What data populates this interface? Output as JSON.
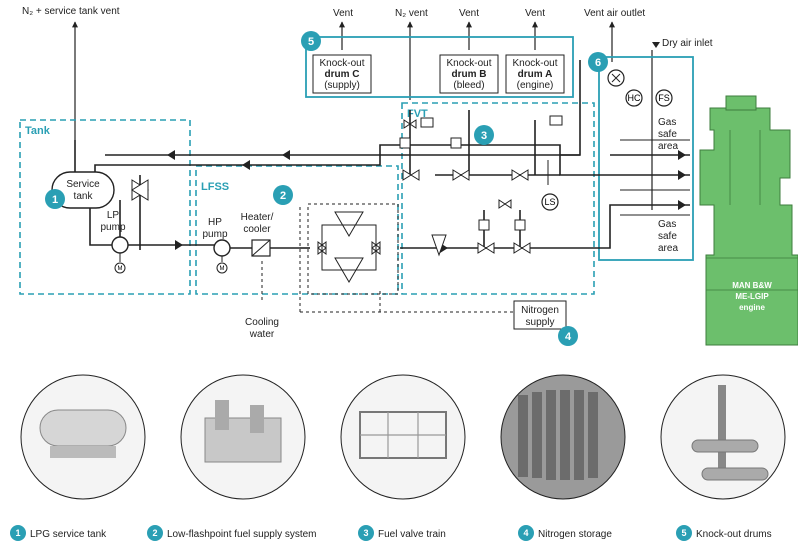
{
  "colors": {
    "teal": "#2a9fb4",
    "engine_green": "#6cbf6c",
    "line": "#222222"
  },
  "top_labels": {
    "n2_service_vent": "N₂ + service tank vent",
    "vent_c": "Vent",
    "n2_vent": "N₂ vent",
    "vent_b": "Vent",
    "vent_a": "Vent",
    "vent_air_outlet": "Vent air outlet",
    "dry_air_inlet": "Dry air inlet"
  },
  "drums": {
    "c": {
      "l1": "Knock-out",
      "l2": "drum C",
      "l3": "(supply)"
    },
    "b": {
      "l1": "Knock-out",
      "l2": "drum B",
      "l3": "(bleed)"
    },
    "a": {
      "l1": "Knock-out",
      "l2": "drum A",
      "l3": "(engine)"
    }
  },
  "zones": {
    "tank": "Tank",
    "lfss": "LFSS",
    "fvt": "FVT"
  },
  "components": {
    "service_tank_1": "Service",
    "service_tank_2": "tank",
    "lp_pump_1": "LP",
    "lp_pump_2": "pump",
    "hp_pump_1": "HP",
    "hp_pump_2": "pump",
    "heater_1": "Heater/",
    "heater_2": "cooler",
    "motor_1": "M",
    "motor_2": "M",
    "ls": "LS",
    "hc": "HC",
    "fs": "FS",
    "gas_safe_1a": "Gas",
    "gas_safe_1b": "safe",
    "gas_safe_1c": "area",
    "gas_safe_2a": "Gas",
    "gas_safe_2b": "safe",
    "gas_safe_2c": "area",
    "cooling_1": "Cooling",
    "cooling_2": "water",
    "nitrogen_1": "Nitrogen",
    "nitrogen_2": "supply",
    "engine_1": "MAN B&W",
    "engine_2": "ME-LGIP",
    "engine_3": "engine"
  },
  "badges": [
    "1",
    "2",
    "3",
    "4",
    "5",
    "6"
  ],
  "legend": [
    {
      "num": "1",
      "label": "LPG service tank"
    },
    {
      "num": "2",
      "label": "Low-flashpoint fuel supply system"
    },
    {
      "num": "3",
      "label": "Fuel valve train"
    },
    {
      "num": "4",
      "label": "Nitrogen storage"
    },
    {
      "num": "5",
      "label": "Knock-out drums"
    }
  ]
}
